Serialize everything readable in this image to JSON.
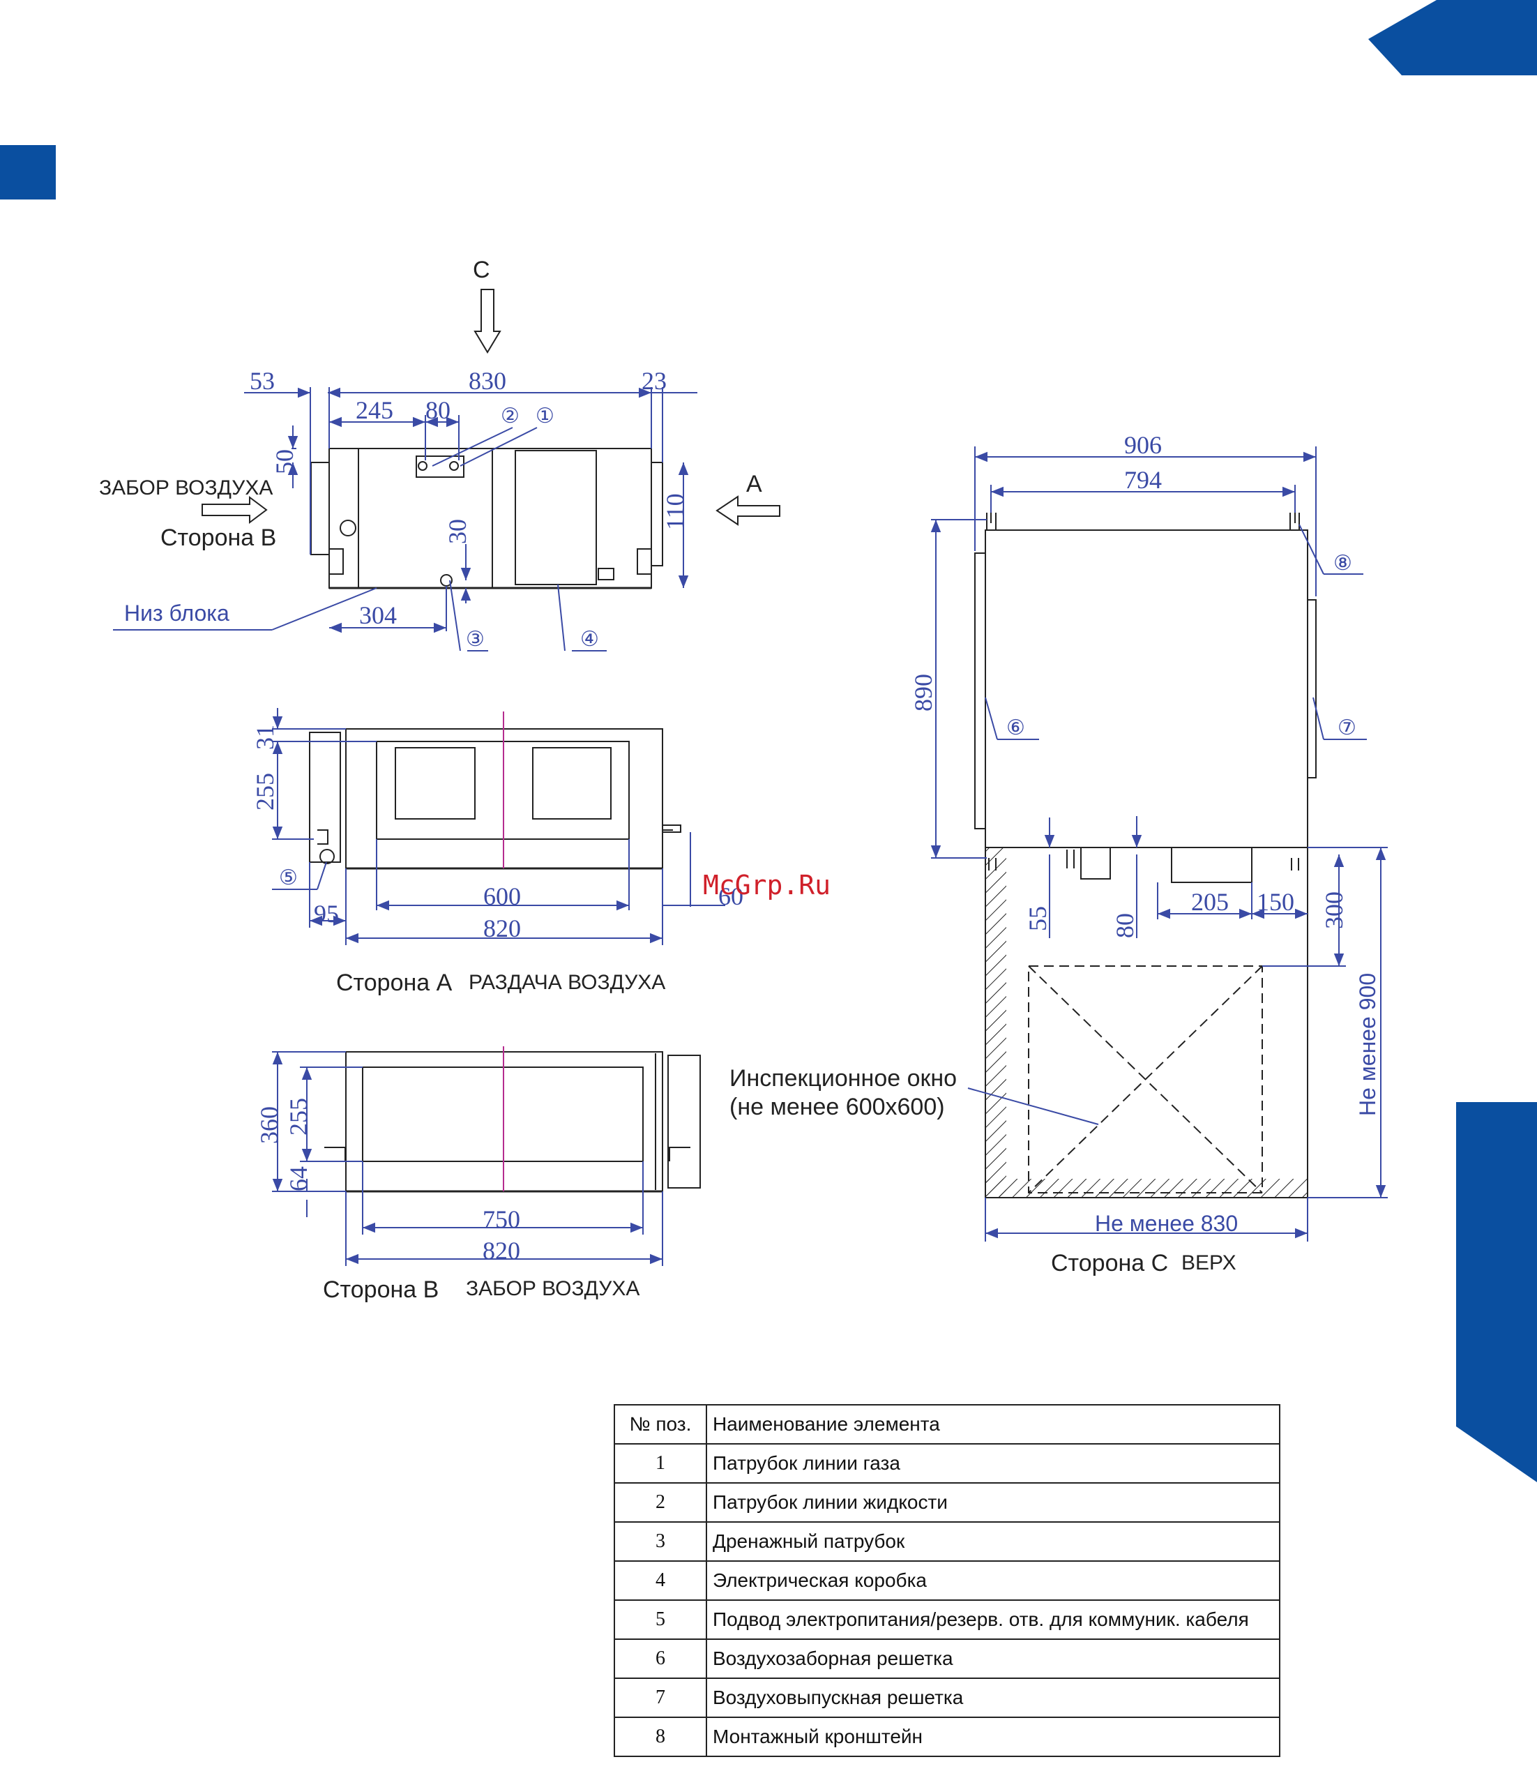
{
  "top_view": {
    "label_c": "C",
    "label_a": "A",
    "air_intake": "ЗАБОР ВОЗДУХА",
    "side_b": "Сторона В",
    "unit_bottom": "Низ блока",
    "dims": {
      "d53": "53",
      "d830": "830",
      "d23": "23",
      "d245": "245",
      "d80": "80",
      "d50": "50",
      "d30": "30",
      "d110": "110",
      "d304": "304"
    },
    "markers": {
      "m1": "①",
      "m2": "②",
      "m3": "③",
      "m4": "④"
    }
  },
  "side_a_view": {
    "caption_side": "Сторона A",
    "caption_text": "РАЗДАЧА ВОЗДУХА",
    "dims": {
      "d31": "31",
      "d255": "255",
      "d95": "95",
      "d600": "600",
      "d820": "820",
      "d60": "60"
    },
    "markers": {
      "m5": "⑤"
    }
  },
  "side_b_view": {
    "caption_side": "Сторона B",
    "caption_text": "ЗАБОР ВОЗДУХА",
    "dims": {
      "d360": "360",
      "d255": "255",
      "d64": "64",
      "d750": "750",
      "d820": "820"
    }
  },
  "top_c_view": {
    "caption_side": "Сторона С",
    "caption_text": "ВЕРХ",
    "inspection_line1": "Инспекционное окно",
    "inspection_line2": "(не менее 600х600)",
    "min_830": "Не менее  830",
    "min_900": "Не менее 900",
    "dims": {
      "d906": "906",
      "d794": "794",
      "d890": "890",
      "d55": "55",
      "d80": "80",
      "d205": "205",
      "d150": "150",
      "d300": "300"
    },
    "markers": {
      "m6": "⑥",
      "m7": "⑦",
      "m8": "⑧"
    }
  },
  "watermark": "McGrp.Ru",
  "table": {
    "header_num": "№ поз.",
    "header_name": "Наименование элемента",
    "rows": [
      {
        "num": "1",
        "name": "Патрубок  линии газа"
      },
      {
        "num": "2",
        "name": "Патрубок  линии жидкости"
      },
      {
        "num": "3",
        "name": "Дренажный патрубок"
      },
      {
        "num": "4",
        "name": "Электрическая коробка"
      },
      {
        "num": "5",
        "name": "Подвод электропитания/резерв. отв. для коммуник. кабеля"
      },
      {
        "num": "6",
        "name": "Воздухозаборная решетка"
      },
      {
        "num": "7",
        "name": "Воздуховыпускная решетка"
      },
      {
        "num": "8",
        "name": "Монтажный кронштейн"
      }
    ]
  },
  "colors": {
    "brand_blue": "#0a4fa0",
    "dim_blue": "#3a4aa5",
    "line": "#222222",
    "watermark": "#d0202a"
  }
}
